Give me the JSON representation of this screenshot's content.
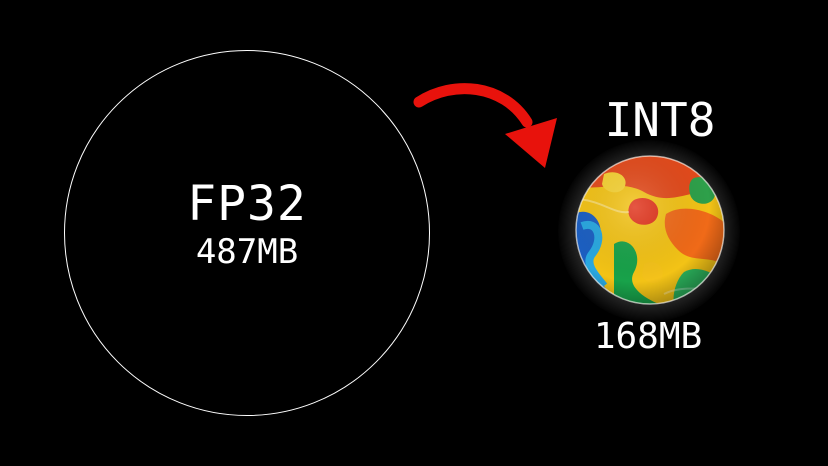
{
  "diagram": {
    "source": {
      "format": "FP32",
      "size": "487MB"
    },
    "target": {
      "format": "INT8",
      "size": "168MB"
    },
    "colors": {
      "background": "#000000",
      "text": "#ffffff",
      "outline": "#ffffff",
      "arrow": "#e8120c"
    },
    "icons": {
      "transition": "curved-arrow-icon",
      "target_visual": "colorful-swirl-sphere"
    }
  }
}
